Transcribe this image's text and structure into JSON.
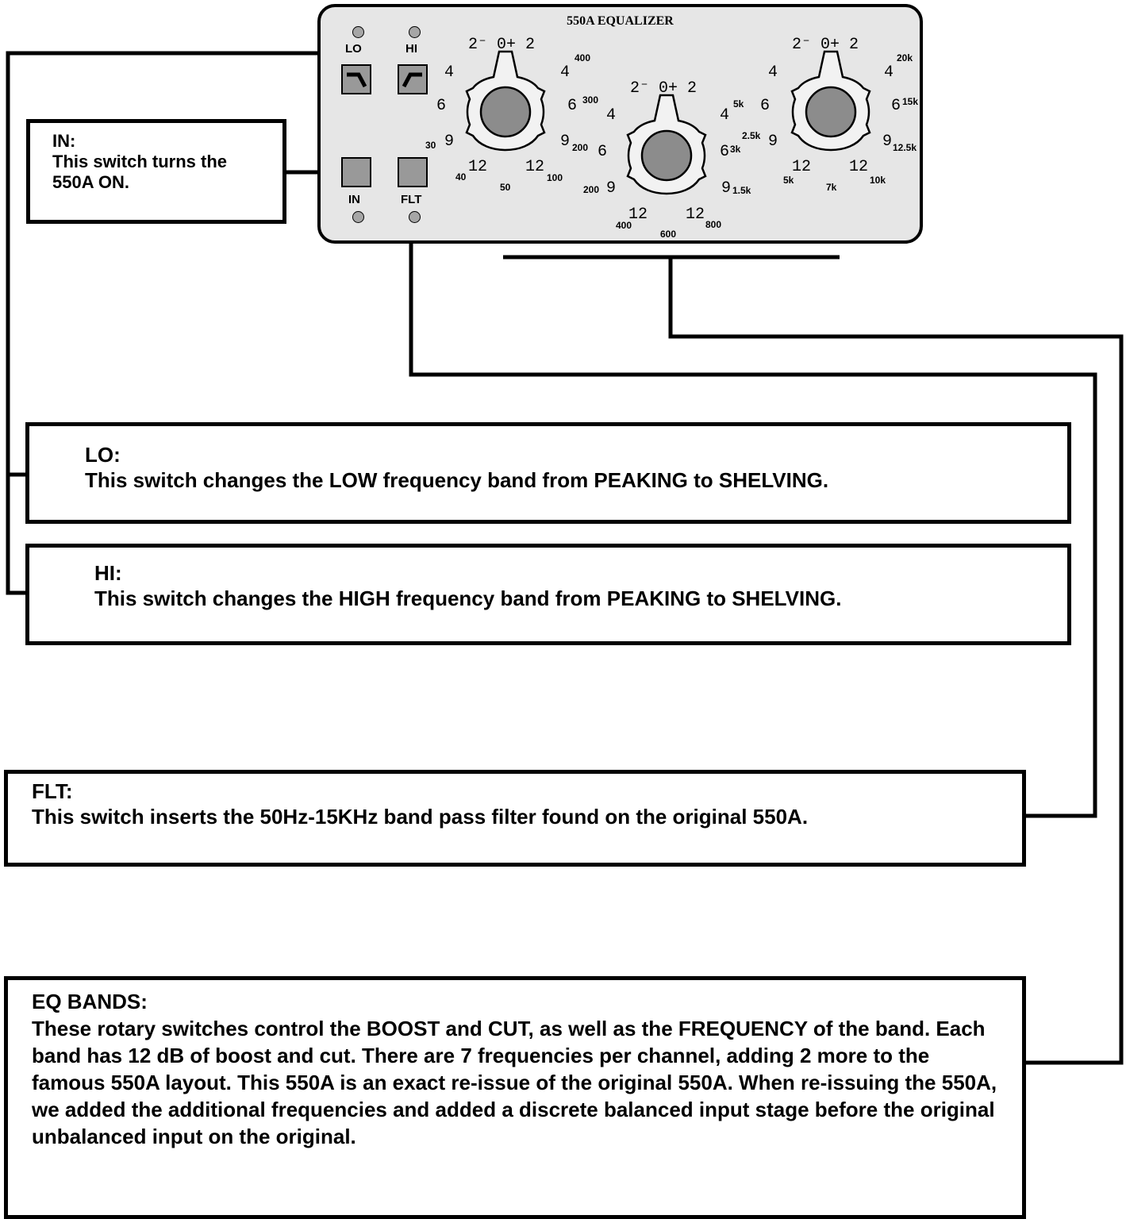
{
  "panel": {
    "title": "550A EQUALIZER",
    "switches": {
      "lo": "LO",
      "hi": "HI",
      "in": "IN",
      "flt": "FLT"
    }
  },
  "knobs": {
    "scale_labels": {
      "left_top": "2⁻ 0+ 2",
      "left_4": "4",
      "left_6": "6",
      "left_9": "9",
      "left_12": "12",
      "right_4": "4",
      "right_6": "6",
      "right_9": "9",
      "right_12": "12"
    },
    "low": {
      "frequencies": [
        "30",
        "40",
        "50",
        "100",
        "200",
        "300",
        "400"
      ]
    },
    "mid": {
      "frequencies": [
        "200",
        "400",
        "600",
        "800",
        "1.5k",
        "3k",
        "5k"
      ]
    },
    "high": {
      "frequencies": [
        "2.5k",
        "5k",
        "7k",
        "10k",
        "12.5k",
        "15k",
        "20k"
      ]
    }
  },
  "callouts": {
    "in": {
      "heading": "IN:",
      "text": "This switch turns the 550A ON."
    },
    "lo": {
      "heading": "LO:",
      "text": "This switch changes the LOW frequency band from PEAKING to SHELVING."
    },
    "hi": {
      "heading": "HI:",
      "text": "This switch changes the HIGH frequency band from PEAKING to SHELVING."
    },
    "flt": {
      "heading": "FLT:",
      "text": "This switch inserts the 50Hz-15KHz band pass filter found on the original 550A."
    },
    "eq_bands": {
      "heading": "EQ BANDS:",
      "text": "These rotary switches control the BOOST and CUT, as well as the FREQUENCY of the band.  Each band has 12 dB of boost and cut.  There are 7 frequencies per channel, adding 2 more to the famous 550A layout.  This 550A is an exact re-issue of the original 550A.  When re-issuing the 550A, we added the additional frequencies and added a discrete balanced input stage before the original unbalanced input on the original."
    }
  }
}
